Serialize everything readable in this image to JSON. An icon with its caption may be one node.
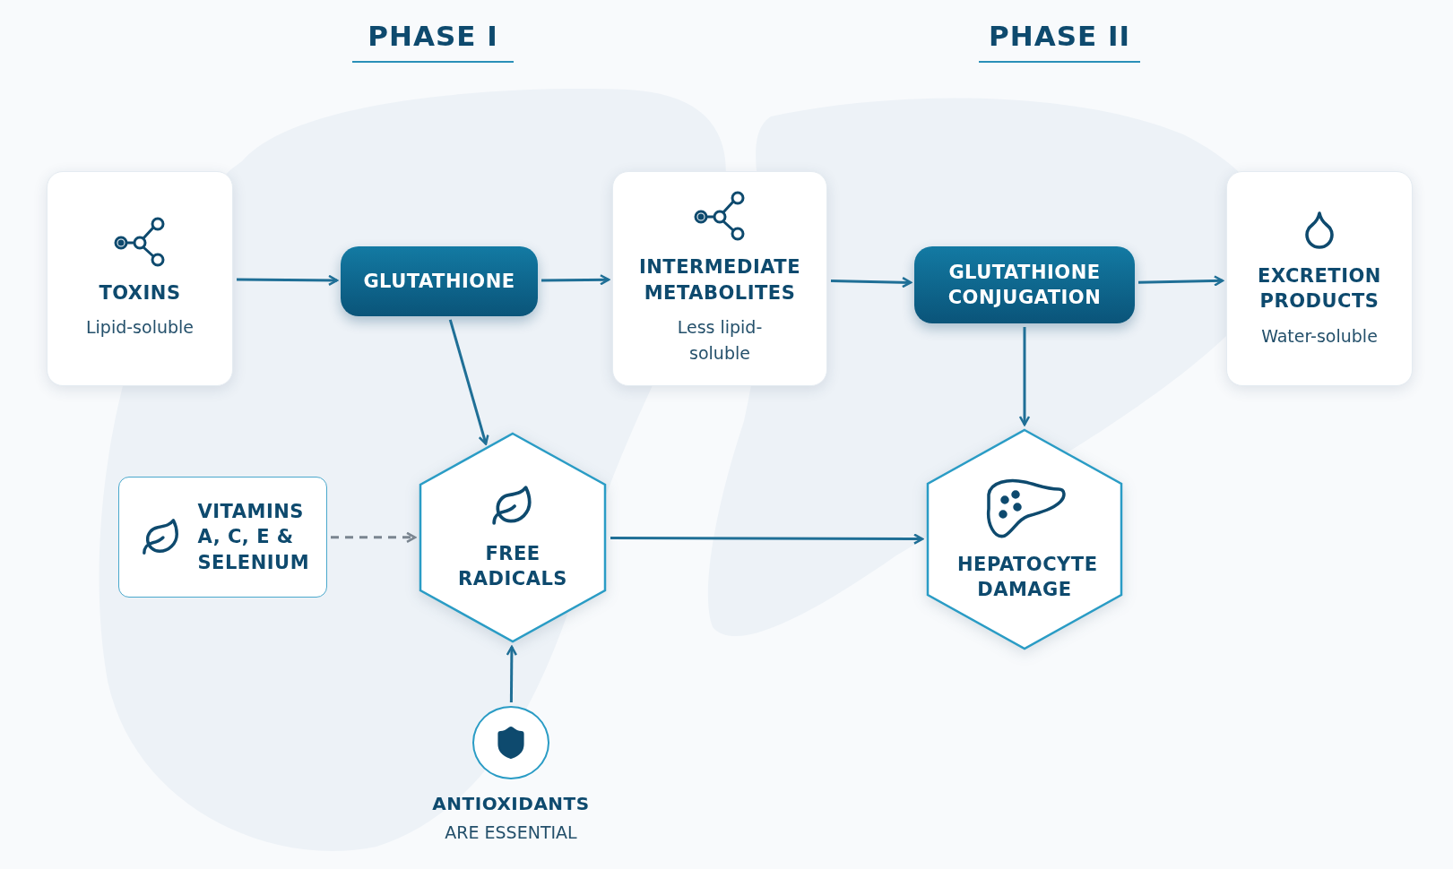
{
  "diagram": {
    "nodes": [
      {
        "text": [
          "TOXINS",
          "Lipid-soluble"
        ]
      },
      {
        "text": [
          "GLUTATHIONE"
        ]
      },
      {
        "text": [
          "INTERMEDIATE METABOLITES",
          "Less lipid-soluble"
        ]
      },
      {
        "text": [
          "GLUTATHIONE CONJUGATION"
        ]
      },
      {
        "text": [
          "EXCRETION PRODUCTS",
          "Water-soluble"
        ]
      },
      {
        "text": [
          "VITAMINS A, C, E & SELENIUM"
        ]
      },
      {
        "text": [
          "FREE RADICALS"
        ]
      },
      {
        "text": [
          "HEPATOCYTE DAMAGE"
        ]
      },
      {
        "text": [
          "ANTIOXIDANTS",
          "ARE ESSENTIAL"
        ]
      }
    ],
    "edges": [
      {
        "from": 0,
        "to": 1,
        "arrow": "to"
      },
      {
        "from": 1,
        "to": 2,
        "arrow": "to"
      },
      {
        "from": 1,
        "to": 6,
        "arrow": "to"
      },
      {
        "from": 2,
        "to": 3,
        "arrow": "to"
      },
      {
        "from": 3,
        "to": 4,
        "arrow": "to"
      },
      {
        "from": 3,
        "to": 7,
        "arrow": "to"
      },
      {
        "from": 5,
        "to": 6,
        "arrow": "to",
        "style": "dashed",
        "color": "#7a8590"
      },
      {
        "from": 6,
        "to": 7,
        "arrow": "to"
      },
      {
        "from": 8,
        "to": 6,
        "arrow": "to"
      }
    ],
    "labels": [
      "PHASE I",
      "PHASE II"
    ]
  }
}
